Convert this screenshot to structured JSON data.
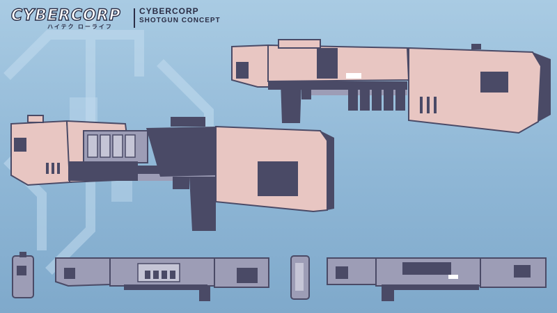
{
  "logo": {
    "wordmark": "CYBERCORP",
    "japanese": "ハイテク ローライフ"
  },
  "header": {
    "title": "CYBERCORP",
    "subtitle": "SHOTGUN CONCEPT"
  },
  "colors": {
    "background": "#9fc3df",
    "gun_body": "#e8c6c2",
    "gun_dark": "#4a4a66",
    "gun_gray": "#9d9db6",
    "text": "#2a2d45"
  },
  "views": [
    "perspective-rear",
    "perspective-front",
    "end-view-back",
    "side-view-left",
    "end-view-front",
    "side-view-right"
  ]
}
